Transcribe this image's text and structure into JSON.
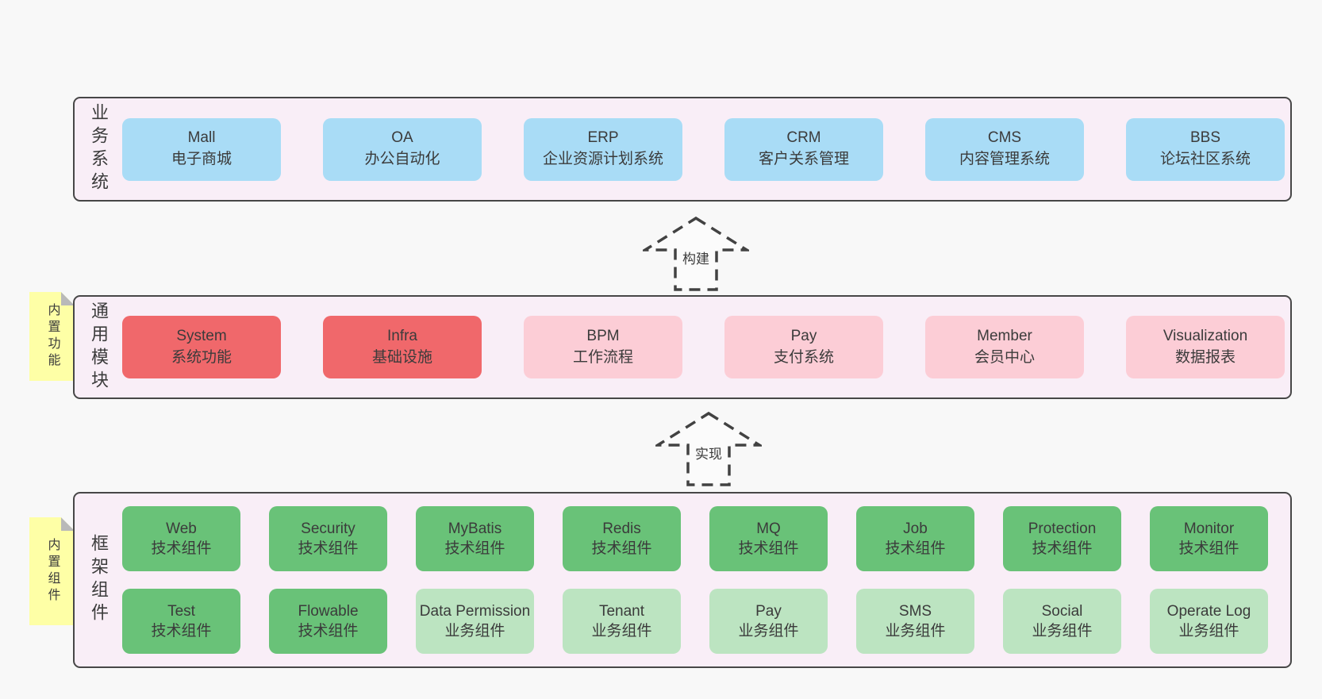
{
  "colors": {
    "background": "#f8f8f8",
    "layer_fill": "#f9eef7",
    "layer_border": "#474747",
    "blue_node": "#a9dcf6",
    "red_node": "#f0686b",
    "pink_node": "#fccdd6",
    "green_node": "#69c278",
    "light_green_node": "#bce4c1",
    "sticky_note": "#feffa6"
  },
  "layers": [
    {
      "id": "business-systems",
      "label": "业务系统",
      "boxes": [
        {
          "name": "Mall",
          "desc": "电子商城"
        },
        {
          "name": "OA",
          "desc": "办公自动化"
        },
        {
          "name": "ERP",
          "desc": "企业资源计划系统"
        },
        {
          "name": "CRM",
          "desc": "客户关系管理"
        },
        {
          "name": "CMS",
          "desc": "内容管理系统"
        },
        {
          "name": "BBS",
          "desc": "论坛社区系统"
        }
      ]
    },
    {
      "id": "common-modules",
      "label": "通用模块",
      "sticky": "内置功能",
      "boxes": [
        {
          "name": "System",
          "desc": "系统功能"
        },
        {
          "name": "Infra",
          "desc": "基础设施"
        },
        {
          "name": "BPM",
          "desc": "工作流程"
        },
        {
          "name": "Pay",
          "desc": "支付系统"
        },
        {
          "name": "Member",
          "desc": "会员中心"
        },
        {
          "name": "Visualization",
          "desc": "数据报表"
        }
      ]
    },
    {
      "id": "framework-components",
      "label": "框架组件",
      "sticky": "内置组件",
      "rows": [
        [
          {
            "name": "Web",
            "desc": "技术组件"
          },
          {
            "name": "Security",
            "desc": "技术组件"
          },
          {
            "name": "MyBatis",
            "desc": "技术组件"
          },
          {
            "name": "Redis",
            "desc": "技术组件"
          },
          {
            "name": "MQ",
            "desc": "技术组件"
          },
          {
            "name": "Job",
            "desc": "技术组件"
          },
          {
            "name": "Protection",
            "desc": "技术组件"
          },
          {
            "name": "Monitor",
            "desc": "技术组件"
          }
        ],
        [
          {
            "name": "Test",
            "desc": "技术组件"
          },
          {
            "name": "Flowable",
            "desc": "技术组件"
          },
          {
            "name": "Data Permission",
            "desc": "业务组件"
          },
          {
            "name": "Tenant",
            "desc": "业务组件"
          },
          {
            "name": "Pay",
            "desc": "业务组件"
          },
          {
            "name": "SMS",
            "desc": "业务组件"
          },
          {
            "name": "Social",
            "desc": "业务组件"
          },
          {
            "name": "Operate Log",
            "desc": "业务组件"
          }
        ]
      ]
    }
  ],
  "arrows": [
    {
      "label": "构建"
    },
    {
      "label": "实现"
    }
  ]
}
